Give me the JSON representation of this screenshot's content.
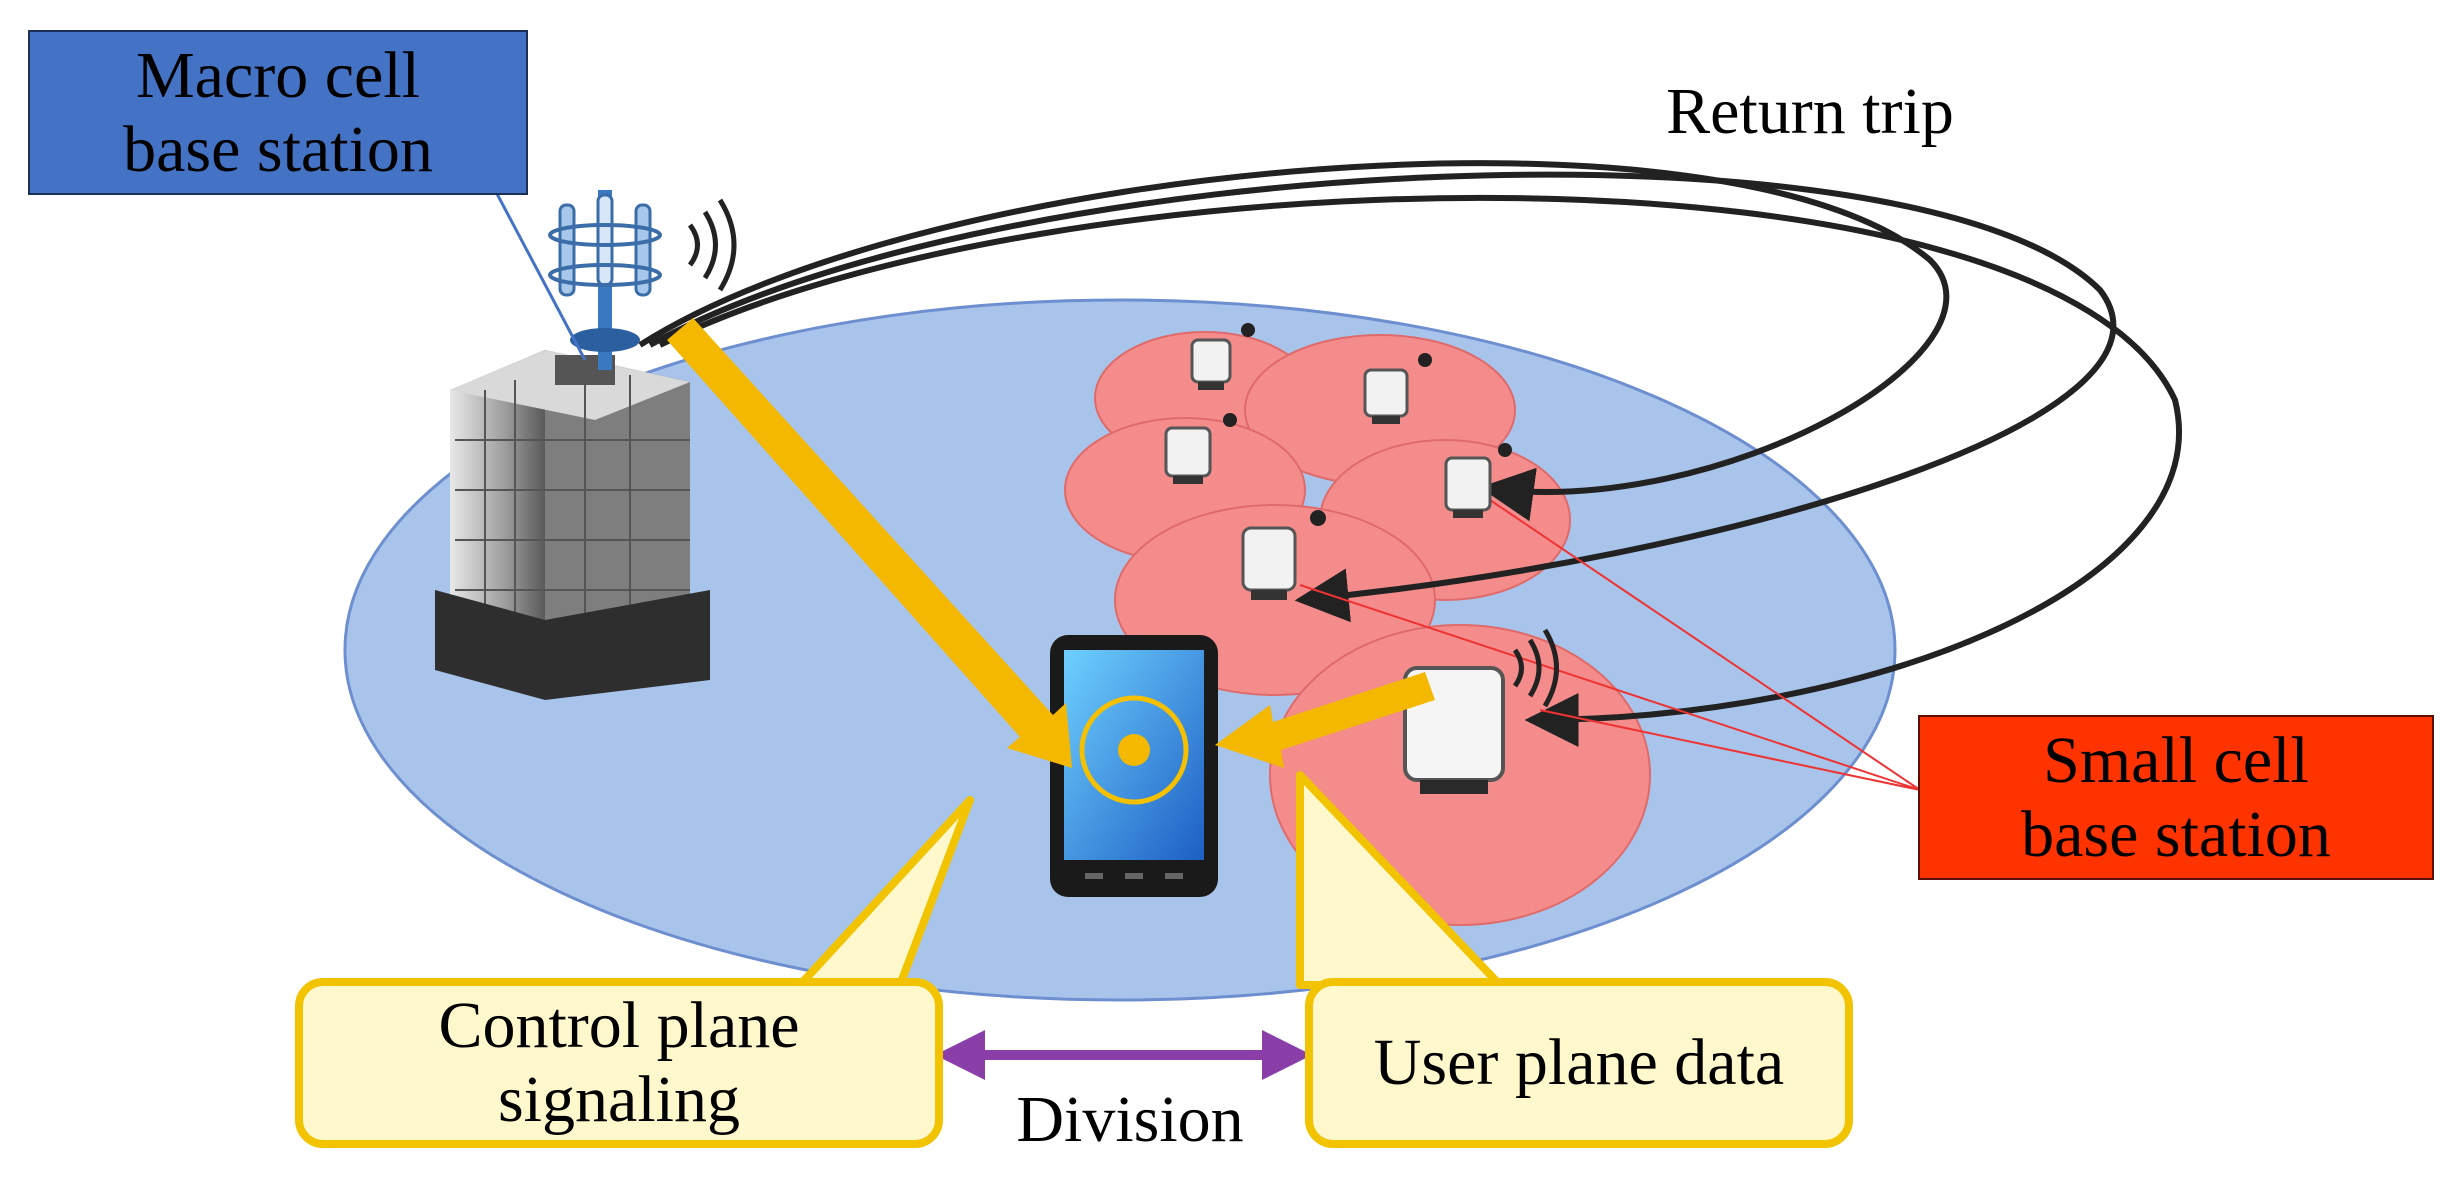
{
  "macro_label": {
    "line1": "Macro cell",
    "line2": "base station",
    "color": "#4472c4"
  },
  "small_label": {
    "line1": "Small cell",
    "line2": "base station",
    "color": "#ff3300"
  },
  "return_label": "Return trip",
  "control_label": {
    "line1": "Control plane",
    "line2": "signaling"
  },
  "user_label": "User plane data",
  "division_label": "Division",
  "colors": {
    "macro_area": "#a9c4ea",
    "small_area": "#f48c8c",
    "signal_arrow": "#f5b800",
    "division_arrow": "#8a3fa8",
    "callout_fill": "#fff8cc",
    "callout_border": "#f2c300"
  },
  "icons": [
    "building-icon",
    "antenna-icon",
    "smartphone-icon",
    "small-cell-station-icon"
  ]
}
